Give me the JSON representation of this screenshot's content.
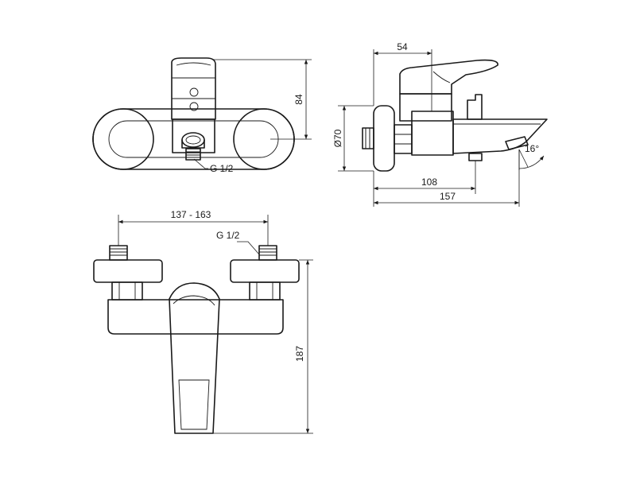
{
  "colors": {
    "line": "#1a1a1a",
    "background": "#ffffff"
  },
  "front_view": {
    "height_dim": "84",
    "thread_label": "G 1/2"
  },
  "side_view": {
    "depth_dim": "54",
    "diameter_dim": "Ø70",
    "outlet_dim": "108",
    "spout_dim": "157",
    "angle_dim": "16°"
  },
  "top_view": {
    "centers_dim": "137 - 163",
    "thread_label": "G 1/2",
    "length_dim": "187"
  }
}
